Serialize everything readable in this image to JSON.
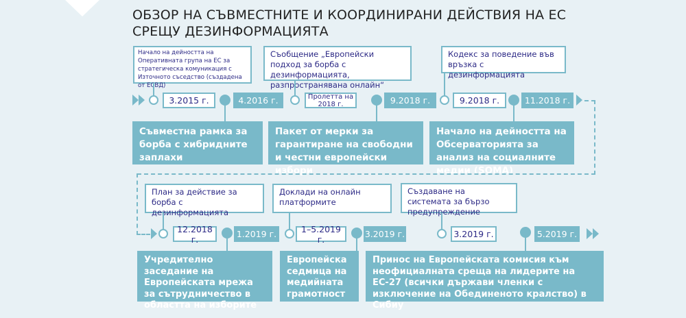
{
  "title": {
    "line1": "ОБЗОР НА СЪВМЕСТНИТЕ И КООРДИНИРАНИ ДЕЙСТВИЯ НА ЕС",
    "line2": "СРЕЩУ ДЕЗИНФОРМАЦИЯТА"
  },
  "colors": {
    "accent": "#79b9c9",
    "text": "#2d2a86",
    "background": "#e8f1f5"
  },
  "row1": {
    "callouts": [
      "Начало на дейността на Оперативната група на ЕС за стратегическа комуникация с Източното съседство (създадена от ЕСВД)",
      "Съобщение „Европейски подход за борба с дезинформацията, разпространявана онлайн“",
      "Кодекс за поведение във връзка с дезинформацията"
    ],
    "white_dates": [
      "3.2015 г.",
      "Пролетта на 2018 г.",
      "9.2018 г."
    ],
    "teal_dates": [
      "4.2016 г.",
      "9.2018 г.",
      "11.2018 г."
    ],
    "boxes": [
      "Съвместна рамка за борба с хибридните заплахи",
      "Пакет от мерки за гарантиране на свободни и честни европейски избори",
      "Начало на дейността на Обсерваторията за анализ на социалните медии (SOMA)"
    ]
  },
  "row2": {
    "callouts": [
      "План за действие за борба с дезинформацията",
      "Доклади на онлайн платформите",
      "Създаване на системата за бързо предупреждение"
    ],
    "white_dates": [
      "12.2018 г.",
      "1–5.2019 г.",
      "3.2019 г."
    ],
    "teal_dates": [
      "1.2019 г.",
      "3.2019 г.",
      "5.2019 г."
    ],
    "boxes": [
      "Учредително заседание на Европейската мрежа за сътрудничество в областта на изборите",
      "Европейска седмица на медийната грамотност",
      "Принос на Европейската комисия към неофициалната среща на лидерите на ЕС-27 (всички държави членки с изключение на Обединеното кралство) в Сибиу"
    ]
  }
}
